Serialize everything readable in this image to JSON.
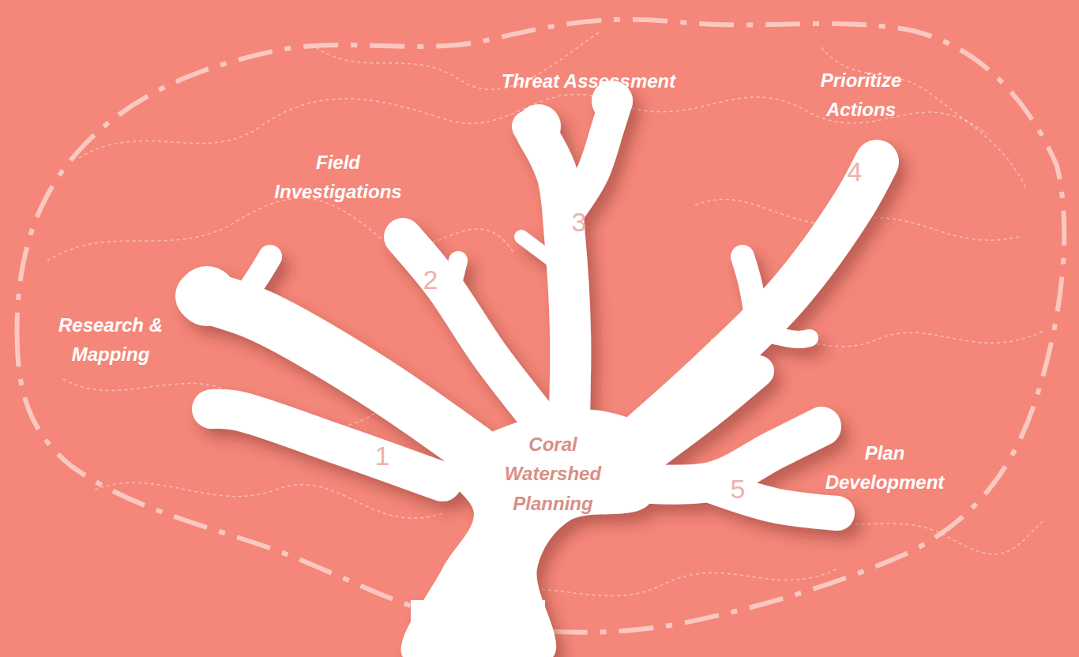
{
  "diagram": {
    "nodes": [
      {
        "text": [
          "Coral Watershed Planning"
        ]
      }
    ],
    "labels": [
      "Research & Mapping",
      "1",
      "Field Investigations",
      "2",
      "Threat Assessment",
      "3",
      "Prioritize Actions",
      "4",
      "Plan Development",
      "5"
    ]
  }
}
